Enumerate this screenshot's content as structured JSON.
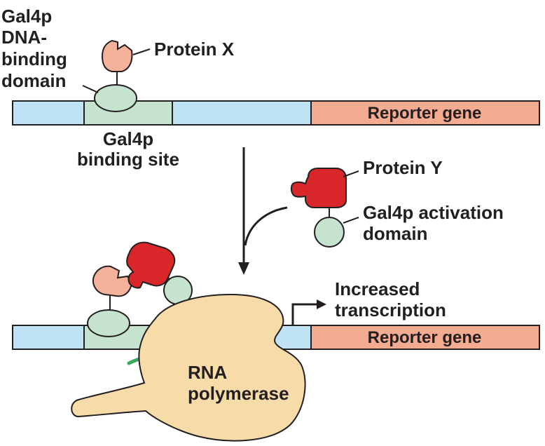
{
  "labels": {
    "gal4p_dbd_line1": "Gal4p",
    "gal4p_dbd_line2": "DNA-",
    "gal4p_dbd_line3": "binding",
    "gal4p_dbd_line4": "domain",
    "protein_x": "Protein X",
    "reporter_gene_top": "Reporter gene",
    "binding_site_line1": "Gal4p",
    "binding_site_line2": "binding site",
    "protein_y": "Protein Y",
    "activation_domain_line1": "Gal4p activation",
    "activation_domain_line2": "domain",
    "increased_line1": "Increased",
    "increased_line2": "transcription",
    "reporter_gene_bottom": "Reporter gene",
    "rna_pol_line1": "RNA",
    "rna_pol_line2": "polymerase"
  },
  "colors": {
    "dna": "#bfe3f5",
    "binding_site": "#c5e3cf",
    "reporter": "#f2ab90",
    "domain": "#c5e3cf",
    "protein_x": "#f4b29b",
    "protein_y": "#d8262a",
    "polymerase": "#f7dba9",
    "rna": "#3aa862",
    "outline": "#231f20"
  }
}
